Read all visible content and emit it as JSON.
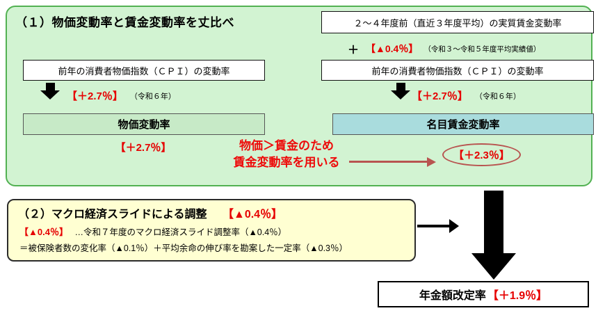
{
  "colors": {
    "section1_panel_bg": "#d2f3d2",
    "section1_panel_border": "#52b152",
    "price_box_bg": "#c7eac7",
    "wage_box_bg": "#a9dcdd",
    "section2_panel_bg": "#ffffd2",
    "value_red": "#e60000",
    "arrow_red": "#b85450",
    "arrow_black": "#000000"
  },
  "section1": {
    "title": "（１）物価変動率と賃金変動率を丈比べ",
    "real_wage": {
      "box_label": "２～４年度前（直近３年度平均）の実質賃金変動率",
      "plus": "＋",
      "value": "【▲0.4％】",
      "note": "（令和３～令和５年度平均実績値）"
    },
    "left": {
      "cpi_label": "前年の消費者物価指数（ＣＰＩ）の変動率",
      "value": "【＋2.7％】",
      "year": "（令和６年）",
      "result_label": "物価変動率",
      "result_value": "【＋2.7％】"
    },
    "right": {
      "cpi_label": "前年の消費者物価指数（ＣＰＩ）の変動率",
      "value": "【＋2.7％】",
      "year": "（令和６年）",
      "result_label": "名目賃金変動率",
      "result_value": "【＋2.3％】"
    },
    "reason_line1": "物価＞賃金のため",
    "reason_line2": "賃金変動率を用いる"
  },
  "section2": {
    "title": "（２）マクロ経済スライドによる調整",
    "title_value": "【▲0.4％】",
    "line2_value": "【▲0.4％】",
    "line2_text": "…令和７年度のマクロ経済スライド調整率（▲0.4％）",
    "line3_text": "＝被保険者数の変化率（▲0.1％）＋平均余命の伸び率を勘案した一定率（▲0.3％）"
  },
  "result": {
    "label": "年金額改定率",
    "value": "【＋1.9％】"
  }
}
